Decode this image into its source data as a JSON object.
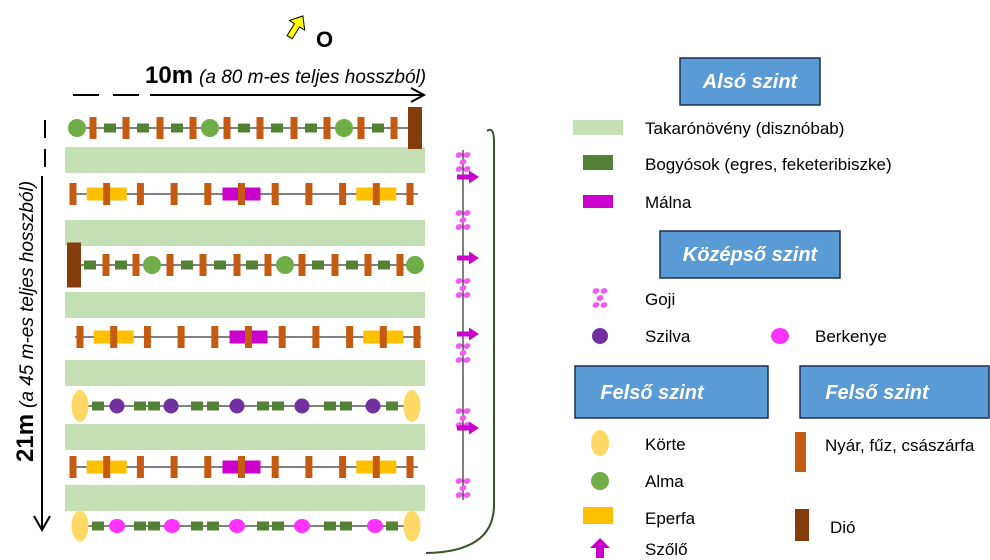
{
  "compass": {
    "icon": "north-arrow-icon",
    "label": "O"
  },
  "scale": {
    "horizontal": {
      "value": "10m",
      "note": "(a 80 m-es teljes hosszból)"
    },
    "vertical": {
      "value": "21m",
      "note": "(a 45 m-es teljes hosszból)"
    }
  },
  "legend": {
    "level_box_color": "#5B9BD5",
    "levels": {
      "lower": "Alsó szint",
      "middle": "Középső szint",
      "upper_1": "Felső szint",
      "upper_2": "Felső szint"
    },
    "items": {
      "takaronoveny": {
        "label": "Takarónövény (disznóbab)",
        "icon": "cover-crop-swatch-icon",
        "color": "#C5E0B4"
      },
      "bogyosok": {
        "label": "Bogyósok (egres, feketeribiszke)",
        "icon": "berry-bush-icon",
        "color": "#548235"
      },
      "malna": {
        "label": "Málna",
        "icon": "raspberry-icon",
        "color": "#CC00CC"
      },
      "goji": {
        "label": "Goji",
        "icon": "goji-icon",
        "color": "#F25CF2"
      },
      "szilva": {
        "label": "Szilva",
        "icon": "plum-tree-icon",
        "color": "#7030A0"
      },
      "berkenye": {
        "label": "Berkenye",
        "icon": "rowan-tree-icon",
        "color": "#FF33FF"
      },
      "korte": {
        "label": "Körte",
        "icon": "pear-tree-icon",
        "color": "#FFD966"
      },
      "alma": {
        "label": "Alma",
        "icon": "apple-tree-icon",
        "color": "#70AD47"
      },
      "eperfa": {
        "label": "Eperfa",
        "icon": "mulberry-icon",
        "color": "#FFC000"
      },
      "szolo": {
        "label": "Szőlő",
        "icon": "grape-arrow-icon",
        "color": "#CC00CC"
      },
      "nyar": {
        "label": "Nyár, fűz, császárfa",
        "icon": "poplar-willow-paulownia-icon",
        "color": "#C55A11"
      },
      "dio": {
        "label": "Dió",
        "icon": "walnut-tree-icon",
        "color": "#843C0C"
      }
    }
  },
  "colors": {
    "border_path": "#375623",
    "compass_fill": "#FFFF00"
  }
}
